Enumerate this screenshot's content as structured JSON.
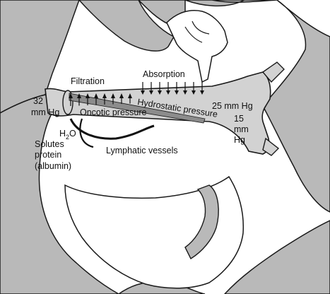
{
  "labels": {
    "filtration": "Filtration",
    "absorption": "Absorption",
    "pressure_left_value": "32",
    "pressure_left_unit": "mm Hg",
    "oncotic": "Oncotic pressure",
    "hydrostatic": "Hydrostatic pressure",
    "pressure_right_top": "25 mm Hg",
    "pressure_right_value": "15",
    "pressure_right_unit1": "mm",
    "pressure_right_unit2": "Hg",
    "water_main": "H",
    "water_sub": "2",
    "water_end": "O",
    "solutes_line1": "Solutes",
    "solutes_line2": "protein",
    "solutes_line3": "(albumin)",
    "lymphatic": "Lymphatic vessels"
  },
  "colors": {
    "tissue": "#b9b9b9",
    "vessel_fill": "#d2d2d2",
    "outline": "#1a1a1a",
    "background": "#ffffff",
    "gradient_band": "#8c8c8c",
    "arrow": "#111111"
  }
}
